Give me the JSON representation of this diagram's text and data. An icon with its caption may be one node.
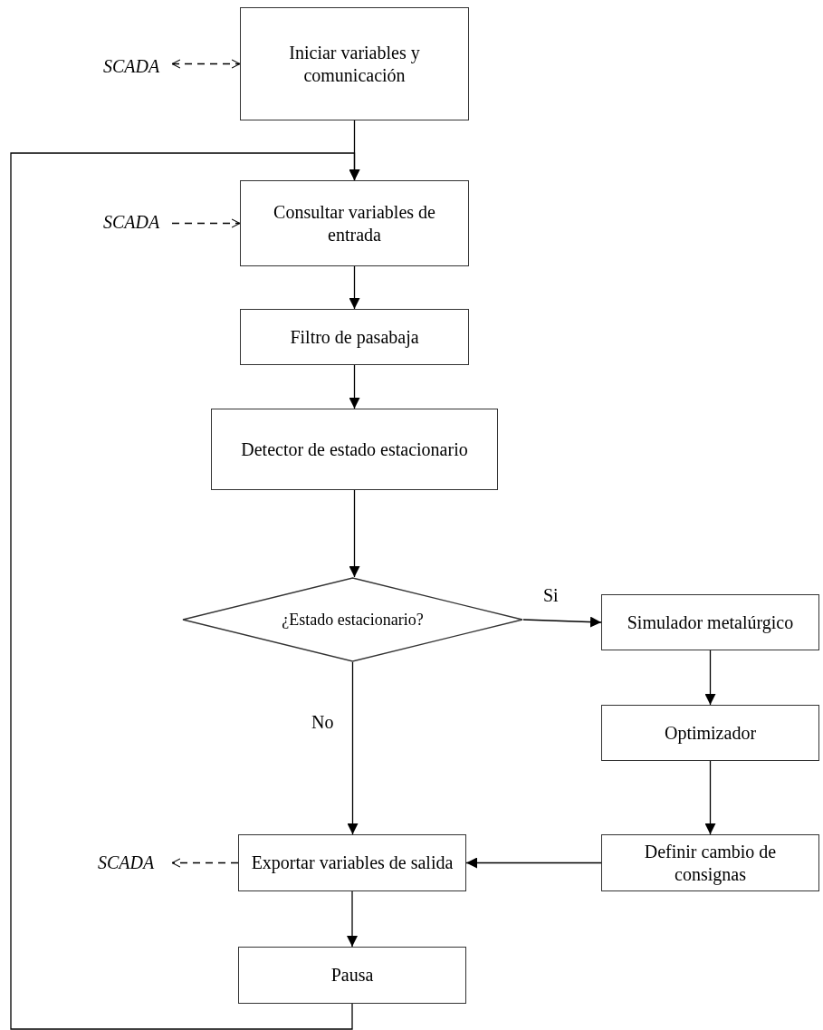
{
  "diagram": {
    "nodes": [
      {
        "text": [
          "SCADA"
        ]
      },
      {
        "text": [
          "Iniciar variables y comunicación"
        ]
      },
      {
        "text": [
          "SCADA"
        ]
      },
      {
        "text": [
          "Consultar variables de entrada"
        ]
      },
      {
        "text": [
          "Filtro de pasabaja"
        ]
      },
      {
        "text": [
          "Detector de estado estacionario"
        ]
      },
      {
        "text": [
          "¿Estado estacionario?"
        ]
      },
      {
        "text": [
          "Simulador metalúrgico"
        ]
      },
      {
        "text": [
          "Optimizador"
        ]
      },
      {
        "text": [
          "Exportar variables de salida"
        ]
      },
      {
        "text": [
          "Definir cambio de consignas"
        ]
      },
      {
        "text": [
          "SCADA"
        ]
      },
      {
        "text": [
          "Pausa"
        ]
      }
    ],
    "edges": [
      {
        "from": 0,
        "to": 1,
        "arrow": "both",
        "style": "dashed"
      },
      {
        "from": 2,
        "to": 3,
        "arrow": "to",
        "style": "dashed"
      },
      {
        "from": 1,
        "to": 3,
        "arrow": "to"
      },
      {
        "from": 3,
        "to": 4,
        "arrow": "to"
      },
      {
        "from": 4,
        "to": 5,
        "arrow": "to"
      },
      {
        "from": 5,
        "to": 6,
        "arrow": "to"
      },
      {
        "from": 6,
        "to": 7,
        "arrow": "to",
        "label": "Si"
      },
      {
        "from": 6,
        "to": 9,
        "arrow": "to",
        "label": "No"
      },
      {
        "from": 7,
        "to": 8,
        "arrow": "to"
      },
      {
        "from": 8,
        "to": 10,
        "arrow": "to"
      },
      {
        "from": 10,
        "to": 9,
        "arrow": "to"
      },
      {
        "from": 9,
        "to": 11,
        "arrow": "to",
        "style": "dashed"
      },
      {
        "from": 9,
        "to": 12,
        "arrow": "to"
      },
      {
        "from": 12,
        "to": 3,
        "arrow": "to"
      }
    ]
  }
}
